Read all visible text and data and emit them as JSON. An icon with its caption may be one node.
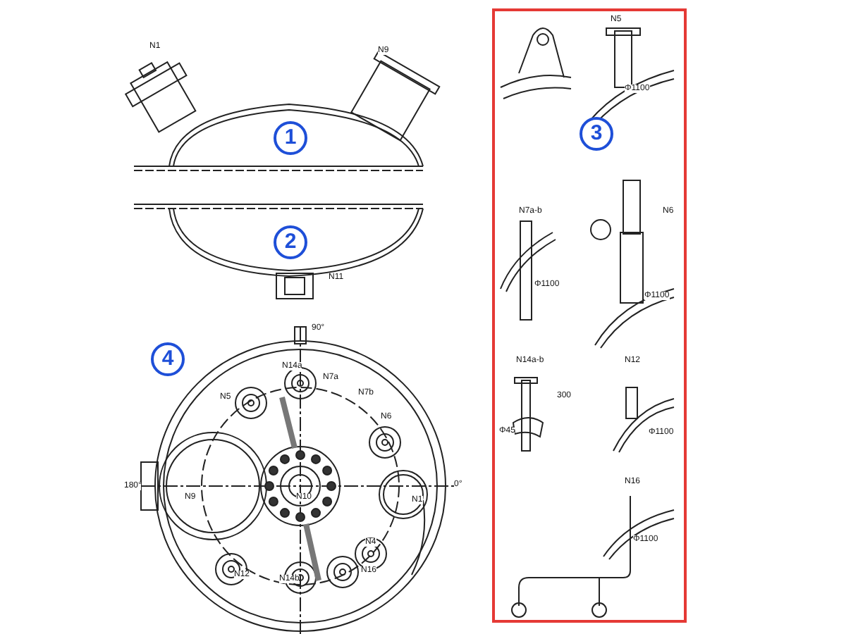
{
  "diagram": {
    "nodes": [
      {
        "text": [
          "1"
        ]
      },
      {
        "text": [
          "2"
        ]
      },
      {
        "text": [],
        "shape": "box"
      },
      {
        "text": [
          "3"
        ],
        "in": 2
      },
      {
        "text": [
          "4"
        ]
      }
    ],
    "edges": [],
    "labels": [
      "N1",
      "N9",
      "N11",
      "90°",
      "N14a",
      "N7a",
      "N7b",
      "N5",
      "N6",
      "180°",
      "N9",
      "N10",
      "N1",
      "0°",
      "N4",
      "N16",
      "N12",
      "N14b",
      "N5",
      "Φ1100",
      "N7a-b",
      "Φ1100",
      "N6",
      "Φ1100",
      "N14a-b",
      "300",
      "Φ45",
      "N12",
      "Φ1100",
      "N16",
      "Φ1100"
    ]
  }
}
